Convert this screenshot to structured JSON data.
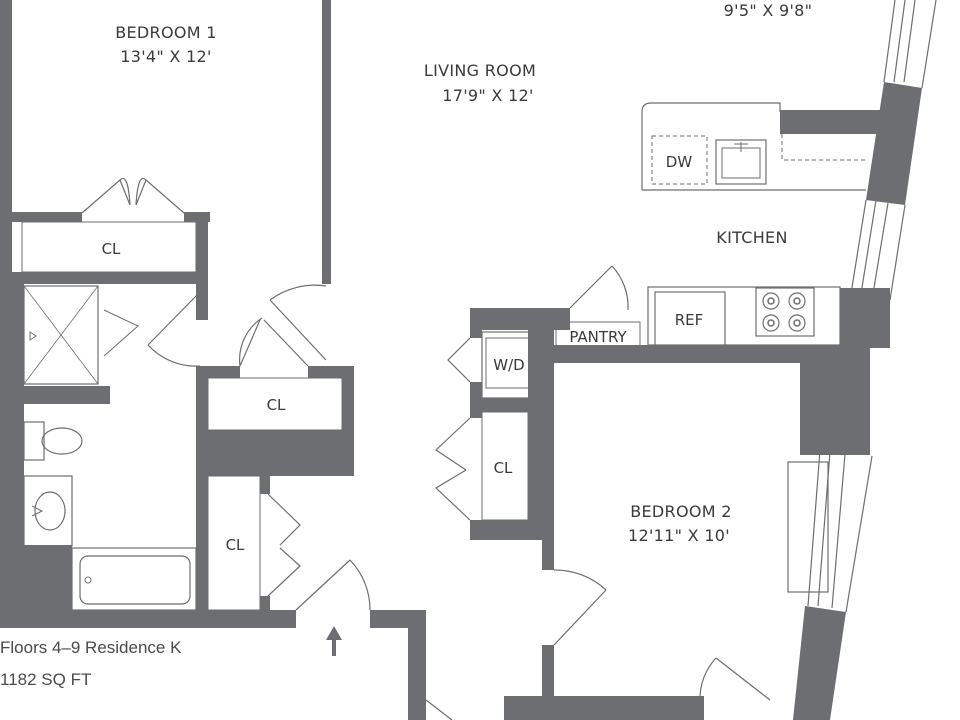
{
  "rooms": {
    "bedroom1": {
      "name": "BEDROOM 1",
      "size": "13'4\" X 12'"
    },
    "living": {
      "name": "LIVING ROOM",
      "size": "17'9\" X 12'"
    },
    "top_right_size": "9'5\" X 9'8\"",
    "kitchen": {
      "name": "KITCHEN"
    },
    "bedroom2": {
      "name": "BEDROOM 2",
      "size": "12'11\" X 10'"
    }
  },
  "fixtures": {
    "cl": "CL",
    "dw": "DW",
    "ref": "REF",
    "pantry": "PANTRY",
    "wd": "W/D"
  },
  "caption": {
    "residence": "Floors 4–9 Residence K",
    "area": "1182 SQ FT"
  },
  "colors": {
    "wall": "#6d6e71",
    "text": "#3a3a3c"
  }
}
